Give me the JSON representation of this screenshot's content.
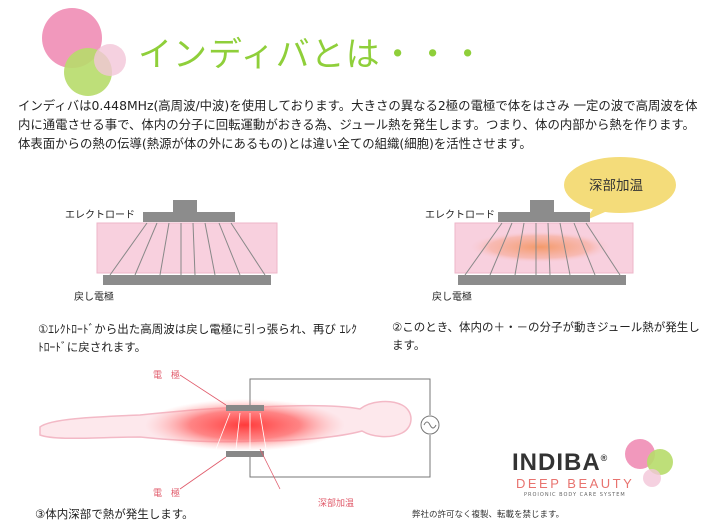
{
  "title": "インディバとは・・・",
  "intro": "インディバは0.448MHz(高周波/中波)を使用しております。大きさの異なる2極の電極で体をはさみ 一定の波で高周波を体内に通電させる事で、体内の分子に回転運動がおきる為、ジュール熱を発生します。つまり、体の内部から熱を作ります。体表面からの熱の伝導(熱源が体の外にあるもの)とは違い全ての組織(細胞)を活性させます。",
  "diagram1": {
    "electrode_label": "エレクトロード",
    "return_label": "戻し電極",
    "caption": "①ｴﾚｸﾄﾛｰﾄﾞから出た高周波は戻し電極に引っ張られ、再び ｴﾚｸﾄﾛｰﾄﾞに戻されます。"
  },
  "diagram2": {
    "electrode_label": "エレクトロード",
    "return_label": "戻し電極",
    "bubble": "深部加温",
    "caption": "②このとき、体内の＋・－の分子が動きジュール熱が発生します。"
  },
  "diagram3": {
    "electrode_top_label": "電　極",
    "electrode_bottom_label": "電　極",
    "deep_label": "深部加温",
    "caption": "③体内深部で熱が発生します。"
  },
  "brand": {
    "name": "INDIBA",
    "registered": "®",
    "sub": "DEEP BEAUTY",
    "tagline": "PROIONIC BODY CARE SYSTEM"
  },
  "notice": "弊社の許可なく複製、転載を禁じます。",
  "colors": {
    "title_green": "#8fcf3a",
    "pink": "#f7d3e0",
    "accent_red": "#e05a6a",
    "bubble": "#f4dc7a"
  }
}
